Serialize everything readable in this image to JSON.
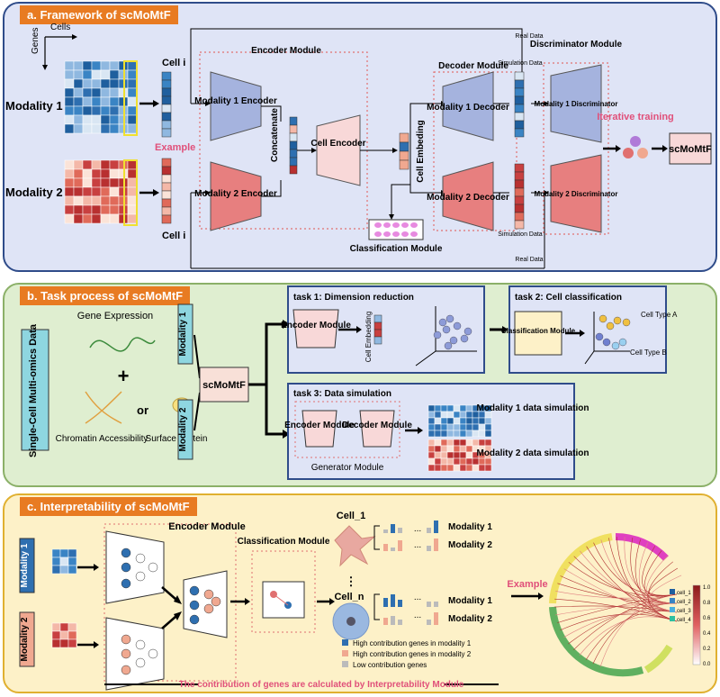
{
  "panel_a": {
    "title": "a. Framework of scMoMtF",
    "cells": "Cells",
    "genes": "Genes",
    "modality1": "Modality 1",
    "modality2": "Modality 2",
    "cell_i_top": "Cell i",
    "cell_i_bottom": "Cell i",
    "example": "Example",
    "encoder_module": "Encoder Module",
    "enc1": "Modality 1 Encoder",
    "enc2": "Modality 2 Encoder",
    "concatenate": "Concatenate",
    "cell_encoder": "Cell Encoder",
    "cell_embeding": "Cell Embeding",
    "classification_module": "Classification Module",
    "decoder_module": "Decoder Module",
    "dec1": "Modality 1 Decoder",
    "dec2": "Modality 2 Decoder",
    "sim_data_top": "Simulation Data",
    "sim_data_bottom": "Simulation Data",
    "real_data_top": "Real Data",
    "real_data_bottom": "Real Data",
    "discriminator_module": "Discriminator Module",
    "disc1": "Modality 1 Discriminator",
    "disc2": "Modality 2 Discriminator",
    "iterative_training": "Iterative training",
    "scmomtf": "scMoMtF"
  },
  "panel_b": {
    "title": "b. Task process of scMoMtF",
    "single_cell": "Single-Cell Multi-omics Data",
    "gene_expression": "Gene Expression",
    "chromatin": "Chromatin Accessibility",
    "or": "or",
    "surface_protein": "Surface Protein",
    "modality1": "Modality 1",
    "modality2": "Modality 2",
    "scmomtf": "scMoMtF",
    "task1": "task 1: Dimension reduction",
    "encoder_module": "Encoder Module",
    "cell_embedding": "Cell Embedding",
    "task2": "task 2: Cell classification",
    "classification_module": "Classification Module",
    "cell_type_a": "Cell Type A",
    "cell_type_b": "Cell Type B",
    "task3": "task 3: Data simulation",
    "decoder_module": "Decoder Module",
    "generator_module": "Generator Module",
    "mod1_sim": "Modality 1 data simulation",
    "mod2_sim": "Modality 2 data simulation"
  },
  "panel_c": {
    "title": "c. Interpretability of scMoMtF",
    "encoder_module": "Encoder Module",
    "modality1": "Modality 1",
    "modality2": "Modality 2",
    "classification_module": "Classification Module",
    "cell_1": "Cell_1",
    "cell_n": "Cell_n",
    "mod1_a": "Modality 1",
    "mod2_a": "Modality 2",
    "mod1_b": "Modality 1",
    "mod2_b": "Modality 2",
    "ellipsis": "...",
    "legend_high1": "High contribution genes in modality 1",
    "legend_high2": "High contribution genes in modality 2",
    "legend_low": "Low contribution genes",
    "example": "Example",
    "footer": "The contribution of genes are calculated by Interpretability Module",
    "scale_ticks": [
      "1.0",
      "0.8",
      "0.6",
      "0.4",
      "0.2",
      "0.0"
    ],
    "cell_labels": [
      "cell_1",
      "cell_2",
      "cell_3",
      "cell_4"
    ]
  },
  "colors": {
    "blue": "#2e6fb0",
    "light_blue": "#a8c8e8",
    "red": "#c63c3c",
    "salmon": "#f0a890",
    "orange_tag": "#e87b22",
    "pink_label": "#e0507a"
  }
}
